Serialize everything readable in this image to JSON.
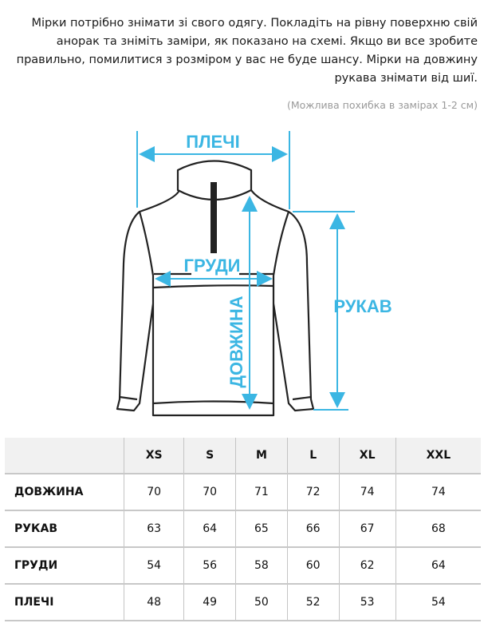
{
  "intro": {
    "text": "Мірки потрібно знімати зі свого одягу. Покладіть на рівну поверхню свій анорак та зніміть заміри, як показано на схемі. Якщо ви все зробите правильно, помилитися з розміром у вас не буде шансу. Мірки на довжину рукава знімати від шиї.",
    "note": "(Можлива похибка в замірах 1-2 см)"
  },
  "diagram": {
    "labels": {
      "shoulders": "ПЛЕЧІ",
      "chest": "ГРУДИ",
      "length": "ДОВЖИНА",
      "sleeve": "РУКАВ"
    },
    "accent_color": "#3bb6e3"
  },
  "table": {
    "headers": [
      "",
      "XS",
      "S",
      "M",
      "L",
      "XL",
      "XXL"
    ],
    "rows": [
      {
        "label": "ДОВЖИНА",
        "values": [
          "70",
          "70",
          "71",
          "72",
          "74",
          "74"
        ]
      },
      {
        "label": "РУКАВ",
        "values": [
          "63",
          "64",
          "65",
          "66",
          "67",
          "68"
        ]
      },
      {
        "label": "ГРУДИ",
        "values": [
          "54",
          "56",
          "58",
          "60",
          "62",
          "64"
        ]
      },
      {
        "label": "ПЛЕЧІ",
        "values": [
          "48",
          "49",
          "50",
          "52",
          "53",
          "54"
        ]
      }
    ]
  }
}
